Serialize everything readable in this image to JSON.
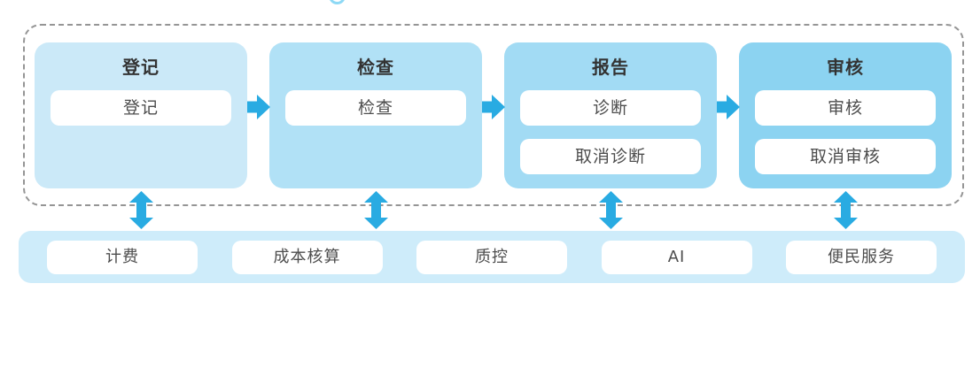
{
  "top_arc": {
    "color": "#8ED9F5"
  },
  "pipeline": {
    "arrow_color": "#29ABE2",
    "border_color": "#959595",
    "stages": [
      {
        "title": "登记",
        "color": "#CBE9F8",
        "actions": {
          "0": "登记"
        }
      },
      {
        "title": "检查",
        "color": "#B1E1F6",
        "actions": {
          "0": "检查"
        }
      },
      {
        "title": "报告",
        "color": "#A2DBF4",
        "actions": {
          "0": "诊断",
          "1": "取消诊断"
        }
      },
      {
        "title": "审核",
        "color": "#8CD3F1",
        "actions": {
          "0": "审核",
          "1": "取消审核"
        }
      }
    ]
  },
  "services_bar": {
    "color": "#CEECFA",
    "items": {
      "0": {
        "label": "计费"
      },
      "1": {
        "label": "成本核算"
      },
      "2": {
        "label": "质控"
      },
      "3": {
        "label": "AI"
      },
      "4": {
        "label": "便民服务"
      }
    }
  }
}
